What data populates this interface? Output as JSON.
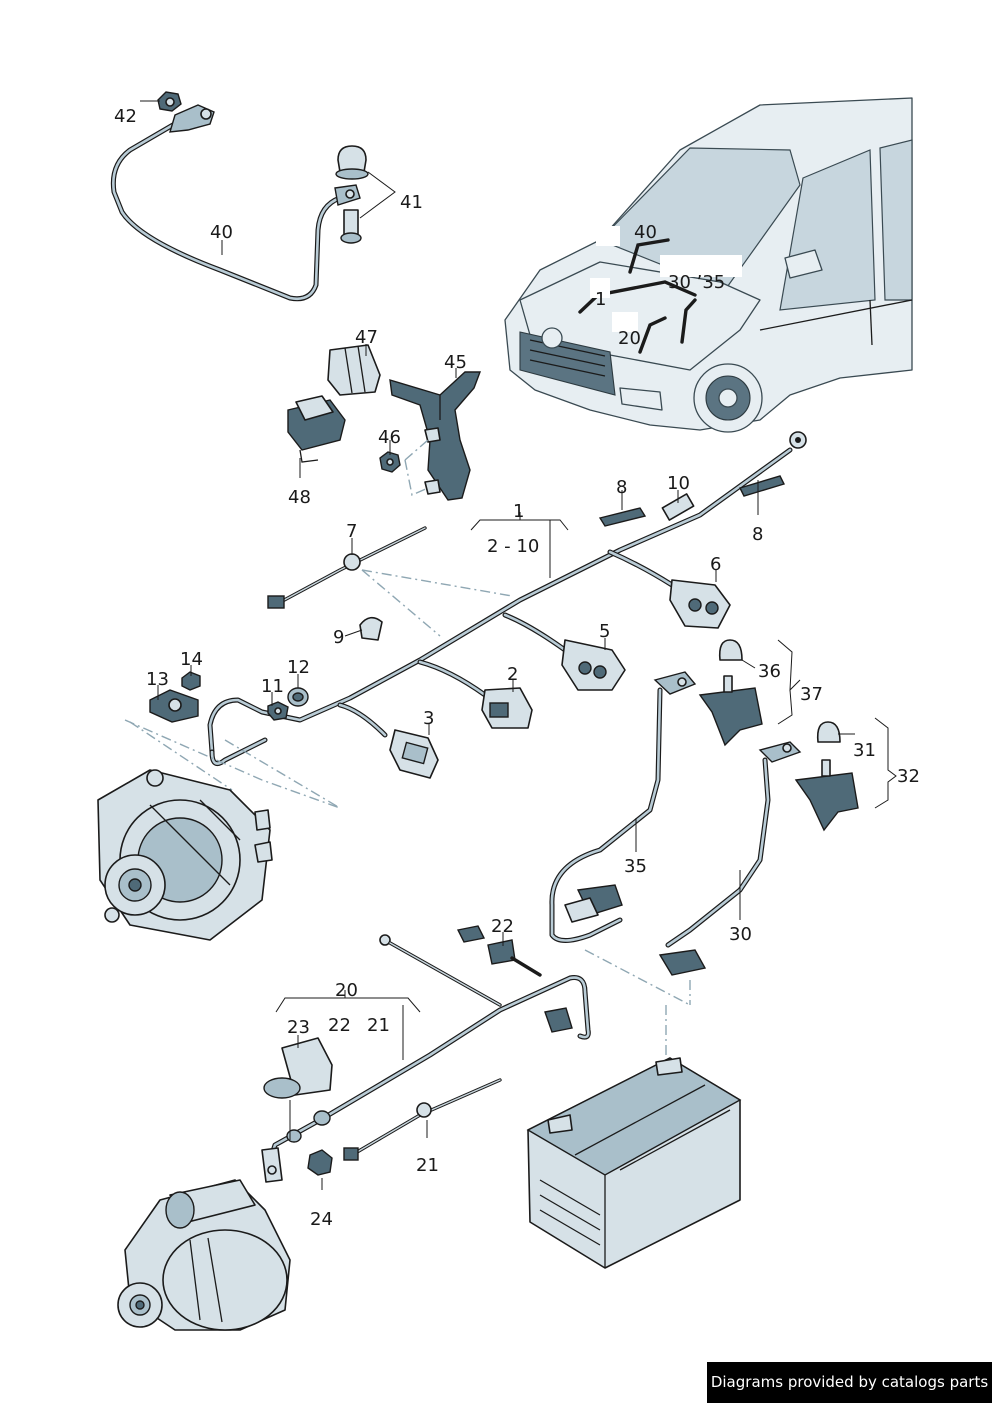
{
  "labels": {
    "l42": "42",
    "l41": "41",
    "l40": "40",
    "l47": "47",
    "l45": "45",
    "l46": "46",
    "l48": "48",
    "l1": "1",
    "l2_10": "2 - 10",
    "l8a": "8",
    "l10": "10",
    "l8b": "8",
    "l7": "7",
    "l9": "9",
    "l6": "6",
    "l5": "5",
    "l2": "2",
    "l3": "3",
    "l14": "14",
    "l13": "13",
    "l11": "11",
    "l12": "12",
    "l36": "36",
    "l37": "37",
    "l31": "31",
    "l32": "32",
    "l35": "35",
    "l30": "30",
    "l22top": "22",
    "l20": "20",
    "l23": "23",
    "l22": "22",
    "l21a": "21",
    "l21b": "21",
    "l24": "24"
  },
  "car_callouts": {
    "c40": "40",
    "c1": "1",
    "c30_35": "30 ’35",
    "c20": "20"
  },
  "credit": "Diagrams provided by catalogs parts",
  "colors": {
    "line": "#1b1b1b",
    "part_fill": "#d6e1e7",
    "part_dark": "#4f6a78",
    "dashdot": "#8fa7b3",
    "credit_bg": "#000000"
  }
}
